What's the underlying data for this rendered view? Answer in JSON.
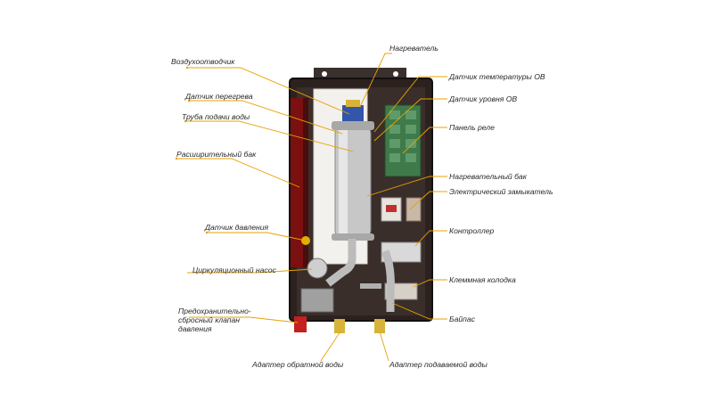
{
  "labels": {
    "air_vent": "Воздухоотводчик",
    "overheat_sensor": "Датчик перегрева",
    "supply_pipe": "Труба подачи воды",
    "expansion_tank": "Расширительный бак",
    "pressure_sensor": "Датчик давления",
    "circulation_pump": "Циркуляционный насос",
    "safety_valve": "Предохранительно-сбросный клапан давления",
    "heater": "Нагреватель",
    "temp_sensor": "Датчик температуры ОВ",
    "level_sensor": "Датчик уровня ОВ",
    "relay_panel": "Панель реле",
    "heating_tank": "Нагревательный бак",
    "contactor": "Электрический замыкатель",
    "controller": "Контроллер",
    "terminal_block": "Клеммная колодка",
    "bypass": "Байпас",
    "return_adapter": "Адаптер обратной воды",
    "supply_adapter": "Адаптер подаваемой воды"
  },
  "colors": {
    "leader": "#e8a100",
    "panel_dark": "#2b2220",
    "tank": "#bdbdbd",
    "relay": "#3f7a4a",
    "expansion": "#7a1010"
  }
}
